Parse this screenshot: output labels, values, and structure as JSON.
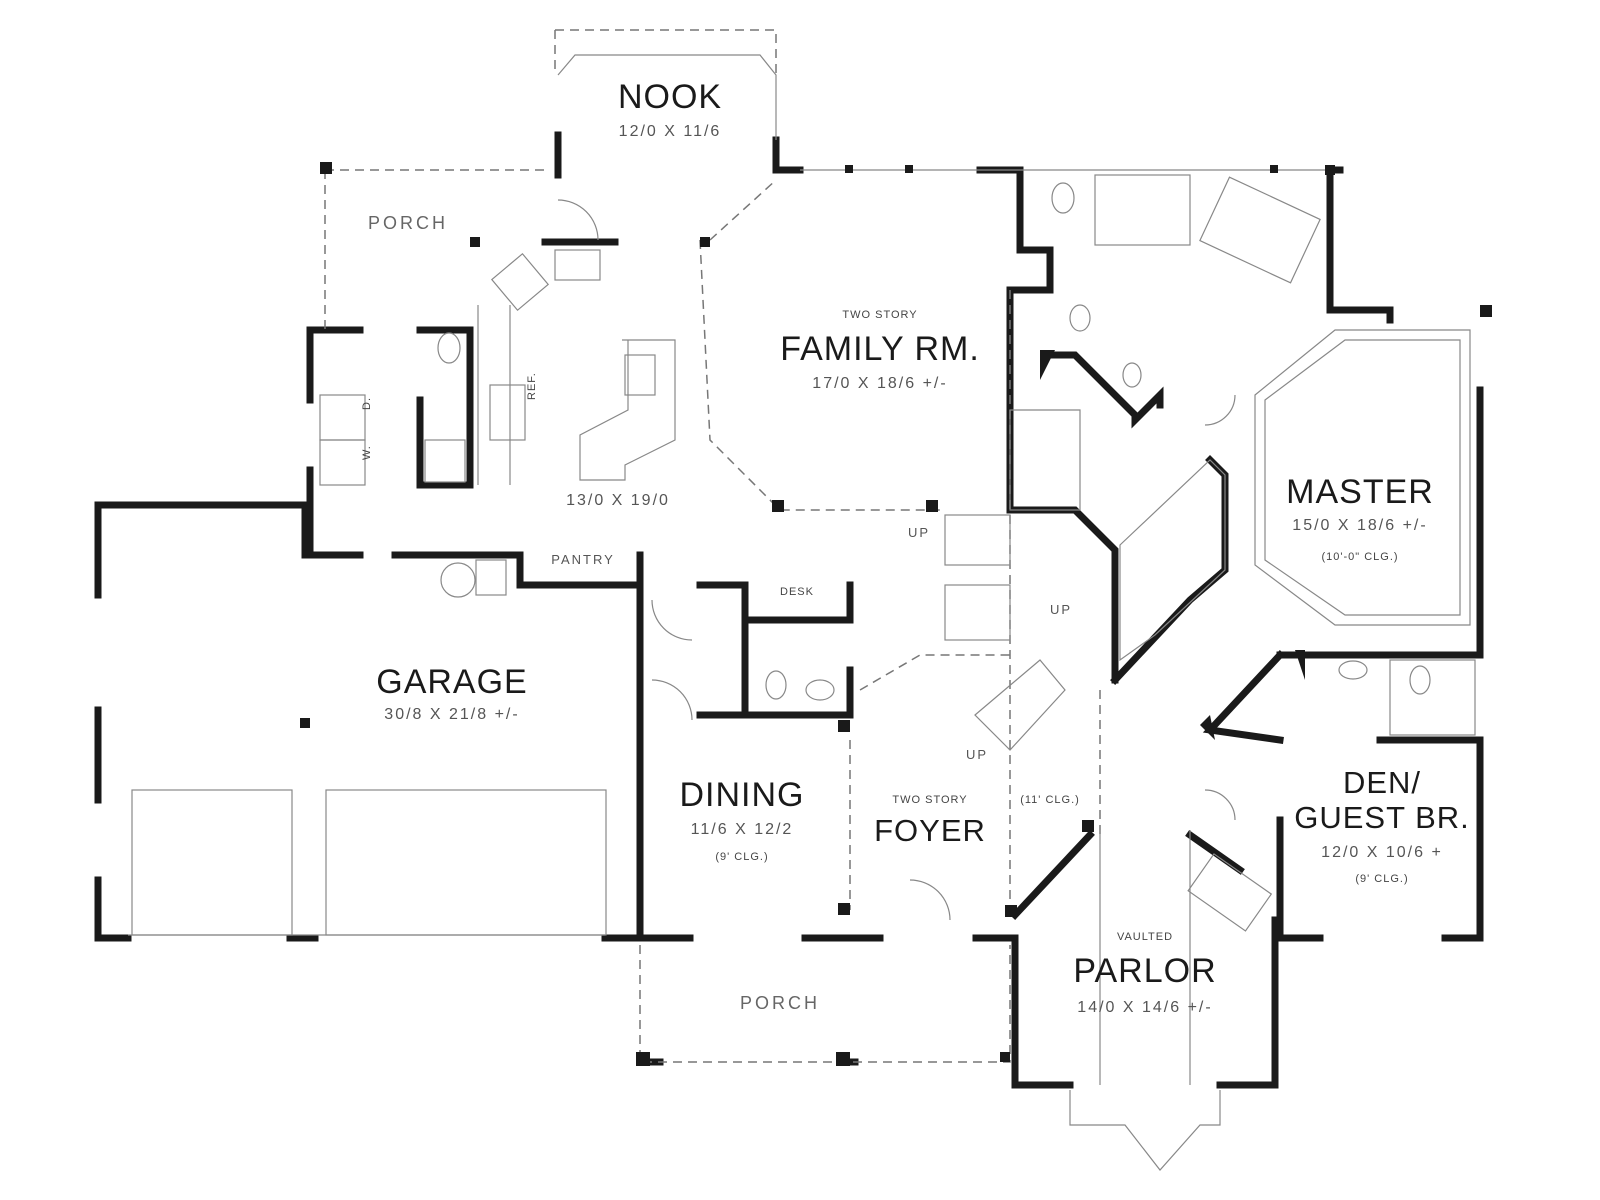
{
  "rooms": {
    "nook": {
      "name": "NOOK",
      "dims": "12/0 X 11/6"
    },
    "family": {
      "note": "TWO STORY",
      "name": "FAMILY RM.",
      "dims": "17/0 X 18/6 +/-"
    },
    "kitchen": {
      "dims": "13/0 X 19/0"
    },
    "master": {
      "name": "MASTER",
      "dims": "15/0 X 18/6 +/-",
      "ceiling": "(10'-0\" CLG.)"
    },
    "garage": {
      "name": "GARAGE",
      "dims": "30/8 X 21/8 +/-"
    },
    "dining": {
      "name": "DINING",
      "dims": "11/6 X 12/2",
      "ceiling": "(9' CLG.)"
    },
    "foyer": {
      "note": "TWO STORY",
      "name": "FOYER"
    },
    "hall": {
      "ceiling": "(11' CLG.)"
    },
    "den": {
      "name1": "DEN/",
      "name2": "GUEST BR.",
      "dims": "12/0 X 10/6 +",
      "ceiling": "(9' CLG.)"
    },
    "parlor": {
      "note": "VAULTED",
      "name": "PARLOR",
      "dims": "14/0 X 14/6 +/-"
    },
    "porch_back": {
      "name": "PORCH"
    },
    "porch_front": {
      "name": "PORCH"
    },
    "pantry": {
      "name": "PANTRY"
    },
    "desk": {
      "name": "DESK"
    }
  },
  "fixtures": {
    "ref": "REF.",
    "washer": "W.",
    "dryer": "D."
  },
  "stairs": {
    "up1": "UP",
    "up2": "UP",
    "up3": "UP"
  },
  "colors": {
    "wall": "#1a1a1a",
    "line": "#888888"
  }
}
